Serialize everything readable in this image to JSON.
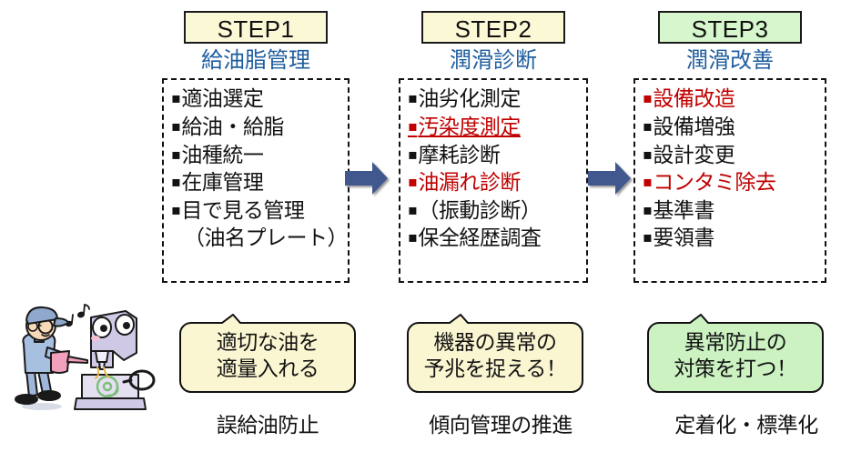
{
  "steps": [
    {
      "badge": "STEP1",
      "badge_color": "#fbf8d6",
      "subtitle": "給油脂管理",
      "subtitle_color": "#1f5d9e",
      "items": [
        {
          "text": "適油選定",
          "style": "black",
          "bullet": true
        },
        {
          "text": "給油・給脂",
          "style": "black",
          "bullet": true
        },
        {
          "text": "油種統一",
          "style": "black",
          "bullet": true
        },
        {
          "text": "在庫管理",
          "style": "black",
          "bullet": true
        },
        {
          "text": "目で見る管理",
          "style": "black",
          "bullet": true
        },
        {
          "text": "（油名プレート）",
          "style": "black",
          "bullet": false
        }
      ],
      "bubble": "適切な油を\n適量入れる",
      "bubble_line1": "適切な油を",
      "bubble_line2": "適量入れる",
      "bubble_color": "#fbf6d2",
      "caption": "誤給油防止"
    },
    {
      "badge": "STEP2",
      "badge_color": "#fbf8d6",
      "subtitle": "潤滑診断",
      "subtitle_color": "#1f5d9e",
      "items": [
        {
          "text": "油劣化測定",
          "style": "black",
          "bullet": true
        },
        {
          "text": "汚染度測定",
          "style": "red-underline",
          "bullet": true
        },
        {
          "text": "摩耗診断",
          "style": "black",
          "bullet": true
        },
        {
          "text": "油漏れ診断",
          "style": "red",
          "bullet": true
        },
        {
          "text": "（振動診断）",
          "style": "black",
          "bullet": true
        },
        {
          "text": "保全経歴調査",
          "style": "black",
          "bullet": true
        }
      ],
      "bubble_line1": "機器の異常の",
      "bubble_line2": "予兆を捉える！",
      "bubble_color": "#fbf6d2",
      "caption": "傾向管理の推進"
    },
    {
      "badge": "STEP3",
      "badge_color": "#d6f6cd",
      "subtitle": "潤滑改善",
      "subtitle_color": "#1f5d9e",
      "items": [
        {
          "text": "設備改造",
          "style": "red",
          "bullet": true
        },
        {
          "text": "設備増強",
          "style": "black",
          "bullet": true
        },
        {
          "text": "設計変更",
          "style": "black",
          "bullet": true
        },
        {
          "text": "コンタミ除去",
          "style": "red",
          "bullet": true
        },
        {
          "text": "基準書",
          "style": "black",
          "bullet": true
        },
        {
          "text": "要領書",
          "style": "black",
          "bullet": true
        }
      ],
      "bubble_line1": "異常防止の",
      "bubble_line2": "対策を打つ！",
      "bubble_color": "#ccf2c2",
      "caption": "定着化・標準化"
    }
  ],
  "arrows": [
    {
      "name": "arrow-step1-to-step2",
      "color": "#41588f"
    },
    {
      "name": "arrow-step2-to-step3",
      "color": "#41588f"
    }
  ],
  "illustration": {
    "name": "worker-oiling-machine-illustration",
    "description": "作業者が油差しで機械に給油しているイラスト",
    "worker_uniform_color": "#a8c0e0",
    "oil_can_color": "#f2a0bc",
    "machine_color": "#ccc6e4"
  },
  "palette": {
    "red": "#c00000",
    "blue_text": "#1f5d9e",
    "arrow_blue": "#41588f",
    "yellow_fill": "#fbf8d6",
    "green_fill": "#d6f6cd",
    "outline": "#111111"
  }
}
